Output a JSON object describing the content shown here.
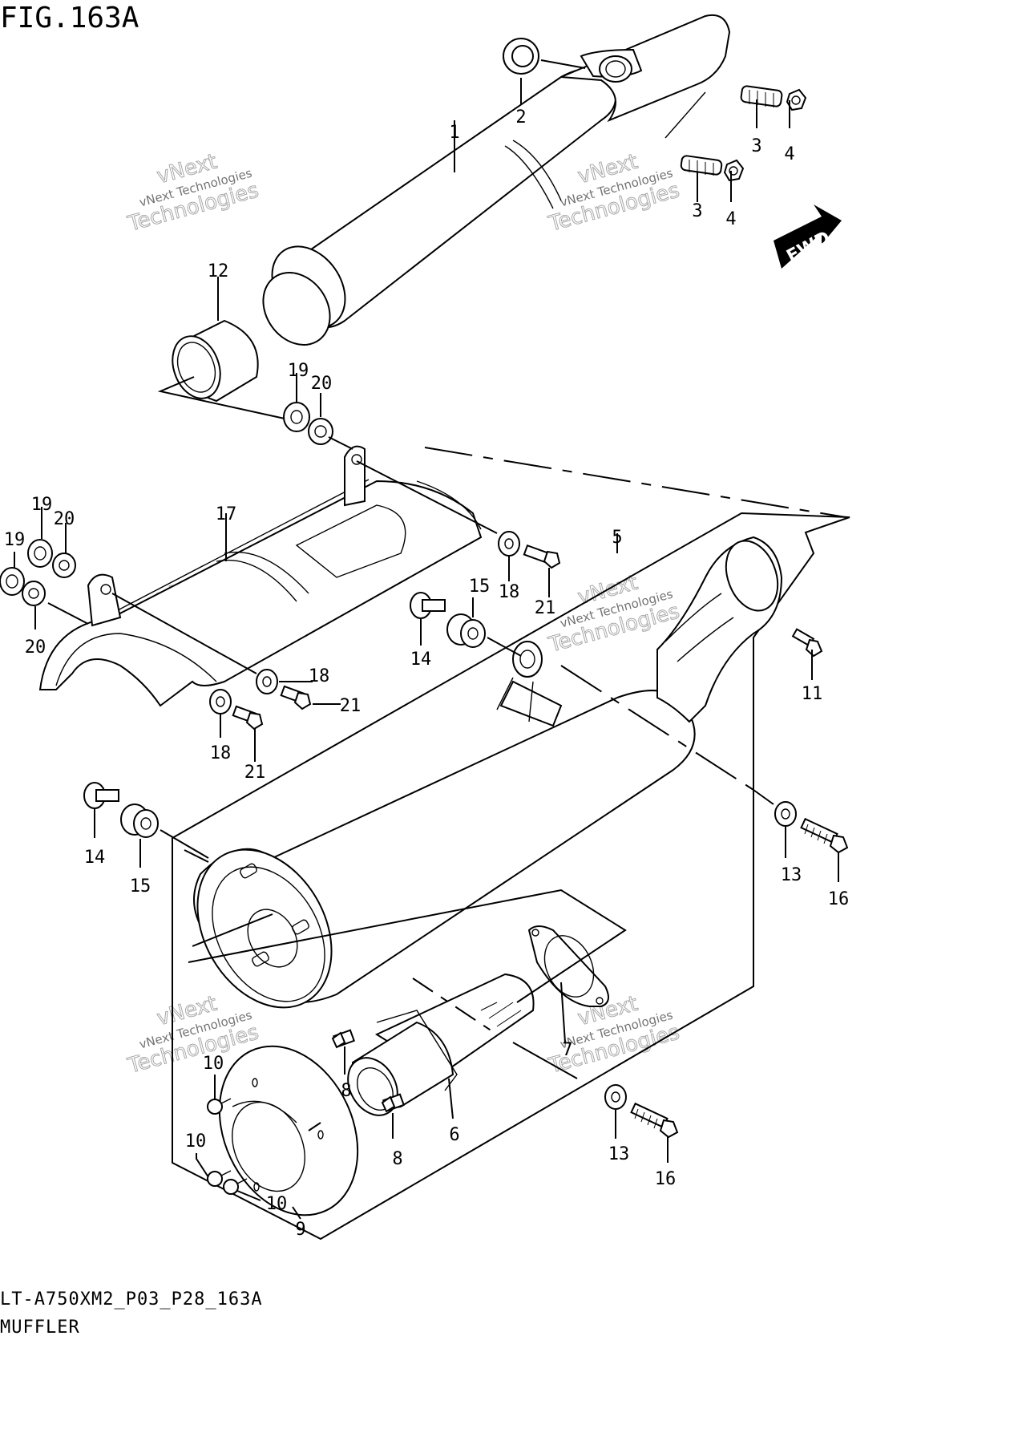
{
  "figure_title": "FIG.163A",
  "drawing_code": "LT-A750XM2_P03_P28_163A",
  "drawing_name": "MUFFLER",
  "fwd_label": "FWD",
  "watermark": {
    "line1": "vNext Technologies",
    "line2": "vNext",
    "line3": "Technologies"
  },
  "callouts": {
    "c1": "1",
    "c2": "2",
    "c3a": "3",
    "c3b": "3",
    "c4a": "4",
    "c4b": "4",
    "c5": "5",
    "c6": "6",
    "c7": "7",
    "c8a": "8",
    "c8b": "8",
    "c9": "9",
    "c10a": "10",
    "c10b": "10",
    "c10c": "10",
    "c11": "11",
    "c12": "12",
    "c13a": "13",
    "c13b": "13",
    "c14a": "14",
    "c14b": "14",
    "c15a": "15",
    "c15b": "15",
    "c16a": "16",
    "c16b": "16",
    "c17": "17",
    "c18a": "18",
    "c18b": "18",
    "c18c": "18",
    "c19a": "19",
    "c19b": "19",
    "c19c": "19",
    "c20a": "20",
    "c20b": "20",
    "c20c": "20",
    "c21a": "21",
    "c21b": "21",
    "c21c": "21"
  }
}
